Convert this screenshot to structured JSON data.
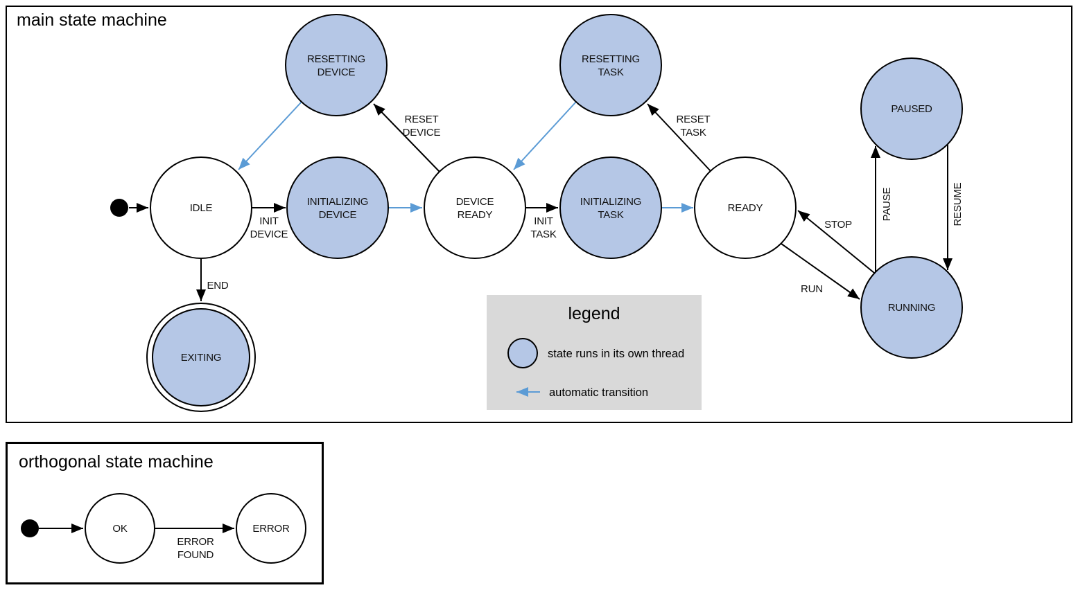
{
  "colors": {
    "threaded_state_fill": "#b5c7e6",
    "automatic_transition": "#5b9bd5",
    "legend_background": "#d9d9d9",
    "outline": "#000000"
  },
  "main": {
    "title": "main state machine",
    "nodes": {
      "idle": {
        "lines": [
          "IDLE"
        ]
      },
      "initializing_device": {
        "lines": [
          "INITIALIZING",
          "DEVICE"
        ]
      },
      "device_ready": {
        "lines": [
          "DEVICE",
          "READY"
        ]
      },
      "initializing_task": {
        "lines": [
          "INITIALIZING",
          "TASK"
        ]
      },
      "ready": {
        "lines": [
          "READY"
        ]
      },
      "resetting_device": {
        "lines": [
          "RESETTING",
          "DEVICE"
        ]
      },
      "resetting_task": {
        "lines": [
          "RESETTING",
          "TASK"
        ]
      },
      "paused": {
        "lines": [
          "PAUSED"
        ]
      },
      "running": {
        "lines": [
          "RUNNING"
        ]
      },
      "exiting": {
        "lines": [
          "EXITING"
        ]
      }
    },
    "edges": {
      "init_device": {
        "lines": [
          "INIT",
          "DEVICE"
        ]
      },
      "init_task": {
        "lines": [
          "INIT",
          "TASK"
        ]
      },
      "reset_device": {
        "lines": [
          "RESET",
          "DEVICE"
        ]
      },
      "reset_task": {
        "lines": [
          "RESET",
          "TASK"
        ]
      },
      "run": {
        "label": "RUN"
      },
      "stop": {
        "label": "STOP"
      },
      "pause": {
        "label": "PAUSE"
      },
      "resume": {
        "label": "RESUME"
      },
      "end": {
        "label": "END"
      }
    }
  },
  "legend": {
    "title": "legend",
    "threaded_item": "state runs in its own thread",
    "automatic_item": "automatic transition"
  },
  "orthogonal": {
    "title": "orthogonal state machine",
    "nodes": {
      "ok": {
        "lines": [
          "OK"
        ]
      },
      "error": {
        "lines": [
          "ERROR"
        ]
      }
    },
    "edges": {
      "error_found": {
        "lines": [
          "ERROR",
          "FOUND"
        ]
      }
    }
  }
}
